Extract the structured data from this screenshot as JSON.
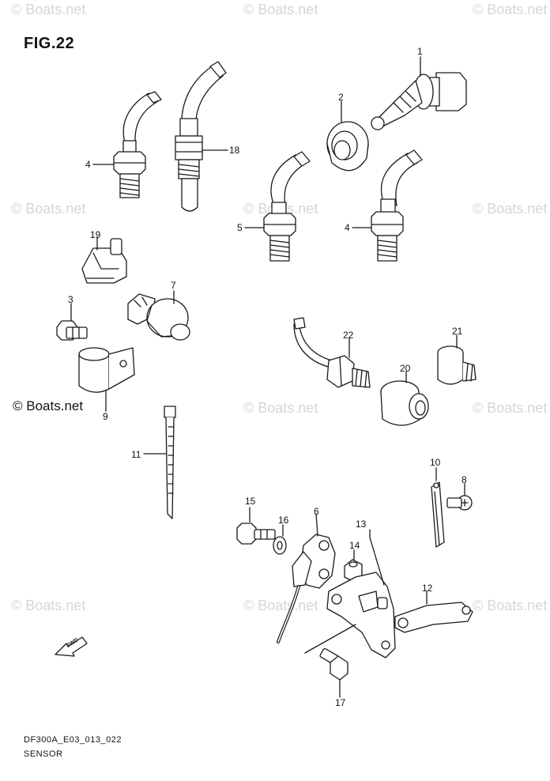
{
  "figure": {
    "title": "FIG.22",
    "diagram_code": "DF300A_E03_013_022",
    "section_name": "SENSOR",
    "fwd_label": "FWD"
  },
  "watermark": {
    "text": "© Boats.net",
    "primary_text": "© Boats.net"
  },
  "callouts": {
    "c1": "1",
    "c2": "2",
    "c3": "3",
    "c4a": "4",
    "c4b": "4",
    "c5": "5",
    "c6": "6",
    "c7": "7",
    "c8": "8",
    "c9": "9",
    "c10": "10",
    "c11": "11",
    "c12": "12",
    "c13": "13",
    "c14": "14",
    "c15": "15",
    "c16": "16",
    "c17": "17",
    "c18": "18",
    "c19": "19",
    "c20": "20",
    "c21": "21",
    "c22": "22"
  },
  "colors": {
    "line": "#1a1a1a",
    "watermark": "#d6d6d6",
    "fill": "#ffffff"
  }
}
